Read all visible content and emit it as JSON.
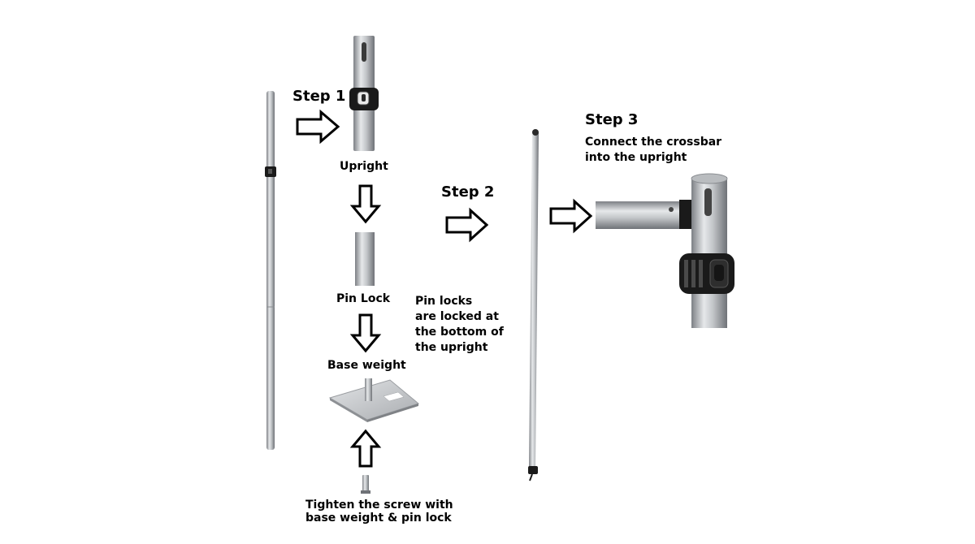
{
  "labels": {
    "step1": "Step 1",
    "step2": "Step 2",
    "step3": "Step 3",
    "upright": "Upright",
    "pin_lock": "Pin Lock",
    "base_weight": "Base weight",
    "pin_locks_note": [
      "Pin locks",
      "are locked at",
      "the bottom of",
      "the upright"
    ],
    "tighten_note": [
      "Tighten the screw with",
      "base weight & pin lock"
    ],
    "step3_note": [
      "Connect the crossbar",
      "into the upright"
    ]
  },
  "colors": {
    "metal_dark": "#8a8d91",
    "metal_light": "#e4e6e8",
    "lock_black": "#1a1a1a",
    "plate": "#c9cbce",
    "arrow_stroke": "#000000",
    "arrow_fill": "#ffffff"
  },
  "icons": [
    "right-arrow-icon",
    "down-arrow-icon",
    "up-arrow-icon"
  ]
}
